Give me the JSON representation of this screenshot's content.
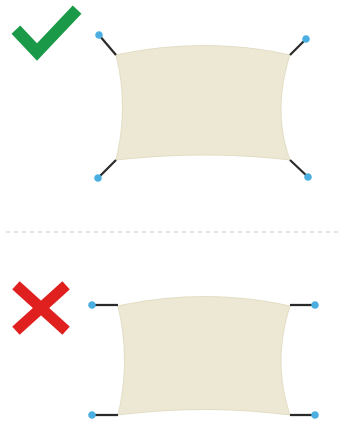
{
  "panels": [
    {
      "id": "correct",
      "verdict": "correct",
      "verdict_icon": "checkmark-icon",
      "verdict_color": "#1a9a48",
      "attachment": "diagonal"
    },
    {
      "id": "incorrect",
      "verdict": "incorrect",
      "verdict_icon": "cross-icon",
      "verdict_color": "#e0201f",
      "attachment": "horizontal"
    }
  ],
  "colors": {
    "sail_fill": "#ece8d4",
    "sail_edge": "#e2ddc5",
    "line": "#2a2a2a",
    "anchor": "#4aaee0",
    "divider": "#c9c9c9"
  }
}
